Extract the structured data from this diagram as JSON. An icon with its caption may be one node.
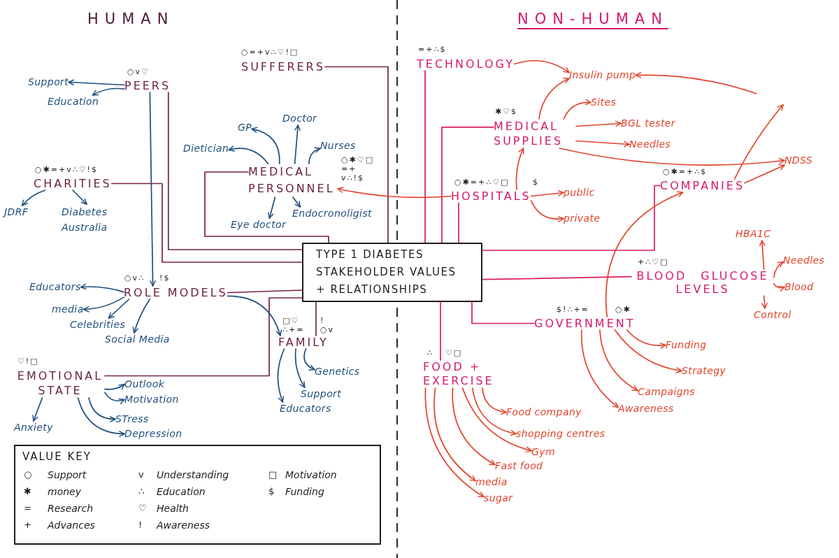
{
  "diagram": {
    "nodes": [
      {
        "text": [
          "SUFFERERS"
        ],
        "beside": [
          "○=+v∴♡!□"
        ]
      },
      {
        "text": [
          "TECHNOLOGY"
        ],
        "beside": [
          "=+∴$"
        ]
      },
      {
        "text": [
          "PEERS"
        ],
        "beside": [
          "○v♡"
        ]
      },
      {
        "text": [
          "Support"
        ]
      },
      {
        "text": [
          "Education"
        ]
      },
      {
        "text": [
          "Insulin pump"
        ]
      },
      {
        "text": [
          "GP"
        ]
      },
      {
        "text": [
          "Doctor"
        ]
      },
      {
        "text": [
          "MEDICAL SUPPLIES"
        ],
        "beside": [
          "✱♡$"
        ]
      },
      {
        "text": [
          "Sites"
        ]
      },
      {
        "text": [
          "BGL tester"
        ]
      },
      {
        "text": [
          "Dietician"
        ]
      },
      {
        "text": [
          "Nurses"
        ]
      },
      {
        "text": [
          "Needles"
        ]
      },
      {
        "text": [
          "NDSS"
        ]
      },
      {
        "text": [
          "MEDICAL PERSONNEL"
        ],
        "beside": [
          "○✱♡□ =+ v∴!$"
        ]
      },
      {
        "text": [
          "CHARITIES"
        ],
        "beside": [
          "○✱=+v∴♡!$"
        ]
      },
      {
        "text": [
          "HOSPITALS"
        ],
        "beside": [
          "○✱=+∴♡□",
          "$"
        ]
      },
      {
        "text": [
          "COMPANIES"
        ],
        "beside": [
          "○✱=+∴$"
        ]
      },
      {
        "text": [
          "public"
        ]
      },
      {
        "text": [
          "JDRF"
        ]
      },
      {
        "text": [
          "Diabetes Australia"
        ]
      },
      {
        "text": [
          "Endocronoligist"
        ]
      },
      {
        "text": [
          "Eye doctor"
        ]
      },
      {
        "text": [
          "private"
        ]
      },
      {
        "text": [
          "HBA1C"
        ]
      },
      {
        "text": [
          "TYPE 1 DIABETES STAKEHOLDER VALUES + RELATIONSHIPS"
        ]
      },
      {
        "text": [
          "BLOOD GLUCOSE LEVELS"
        ],
        "beside": [
          "+∴♡□"
        ]
      },
      {
        "text": [
          "Needles"
        ]
      },
      {
        "text": [
          "Educators"
        ]
      },
      {
        "text": [
          "ROLE MODELS"
        ],
        "beside": [
          "○v∴",
          "!$"
        ]
      },
      {
        "text": [
          "Blood"
        ]
      },
      {
        "text": [
          "media"
        ]
      },
      {
        "text": [
          "Control"
        ]
      },
      {
        "text": [
          "Celebrities"
        ]
      },
      {
        "text": [
          "GOVERNMENT"
        ],
        "beside": [
          "$!∴+=",
          "○✱"
        ]
      },
      {
        "text": [
          "FAMILY"
        ],
        "beside": [
          "□♡ ∴+=",
          "! ○v"
        ]
      },
      {
        "text": [
          "Social Media"
        ]
      },
      {
        "text": [
          "Funding"
        ]
      },
      {
        "text": [
          "FOOD + EXERCISE"
        ],
        "beside": [
          "∴",
          "♡□"
        ]
      },
      {
        "text": [
          "Genetics"
        ]
      },
      {
        "text": [
          "EMOTIONAL STATE"
        ],
        "beside": [
          "♡!□"
        ]
      },
      {
        "text": [
          "Strategy"
        ]
      },
      {
        "text": [
          "Outlook"
        ]
      },
      {
        "text": [
          "Campaigns"
        ]
      },
      {
        "text": [
          "Support"
        ]
      },
      {
        "text": [
          "Motivation"
        ]
      },
      {
        "text": [
          "Educators"
        ]
      },
      {
        "text": [
          "Awareness"
        ]
      },
      {
        "text": [
          "Food company"
        ]
      },
      {
        "text": [
          "STress"
        ]
      },
      {
        "text": [
          "Anxiety"
        ]
      },
      {
        "text": [
          "Depression"
        ]
      },
      {
        "text": [
          "shopping centres"
        ]
      },
      {
        "text": [
          "Gym"
        ]
      },
      {
        "text": [
          "Fast food"
        ]
      },
      {
        "text": [
          "media"
        ]
      },
      {
        "text": [
          "sugar"
        ]
      }
    ],
    "edges": [
      {
        "from": 0,
        "to": 26,
        "arrow": "none",
        "color": "#7a2146"
      },
      {
        "from": 2,
        "to": 26,
        "arrow": "none",
        "color": "#7a2146"
      },
      {
        "from": 15,
        "to": 26,
        "arrow": "none",
        "color": "#7a2146"
      },
      {
        "from": 16,
        "to": 26,
        "arrow": "none",
        "color": "#7a2146"
      },
      {
        "from": 30,
        "to": 26,
        "arrow": "none",
        "color": "#7a2146"
      },
      {
        "from": 36,
        "to": 26,
        "arrow": "none",
        "color": "#7a2146"
      },
      {
        "from": 41,
        "to": 26,
        "arrow": "none",
        "color": "#7a2146"
      },
      {
        "from": 1,
        "to": 26,
        "arrow": "none",
        "color": "#d81b60"
      },
      {
        "from": 8,
        "to": 26,
        "arrow": "none",
        "color": "#d81b60"
      },
      {
        "from": 17,
        "to": 26,
        "arrow": "none",
        "color": "#d81b60"
      },
      {
        "from": 18,
        "to": 26,
        "arrow": "none",
        "color": "#d81b60"
      },
      {
        "from": 27,
        "to": 26,
        "arrow": "none",
        "color": "#d81b60"
      },
      {
        "from": 35,
        "to": 26,
        "arrow": "none",
        "color": "#d81b60"
      },
      {
        "from": 39,
        "to": 26,
        "arrow": "none",
        "color": "#d81b60"
      },
      {
        "from": 2,
        "to": 3,
        "arrow": "to",
        "color": "#1f4e7d"
      },
      {
        "from": 2,
        "to": 4,
        "arrow": "to",
        "color": "#1f4e7d"
      },
      {
        "from": 2,
        "to": 30,
        "arrow": "to",
        "color": "#1f4e7d"
      },
      {
        "from": 16,
        "to": 20,
        "arrow": "to",
        "color": "#1f4e7d"
      },
      {
        "from": 16,
        "to": 21,
        "arrow": "to",
        "color": "#1f4e7d"
      },
      {
        "from": 15,
        "to": 6,
        "arrow": "to",
        "color": "#1f4e7d"
      },
      {
        "from": 15,
        "to": 7,
        "arrow": "to",
        "color": "#1f4e7d"
      },
      {
        "from": 15,
        "to": 11,
        "arrow": "to",
        "color": "#1f4e7d"
      },
      {
        "from": 15,
        "to": 12,
        "arrow": "to",
        "color": "#1f4e7d"
      },
      {
        "from": 15,
        "to": 23,
        "arrow": "to",
        "color": "#1f4e7d"
      },
      {
        "from": 15,
        "to": 22,
        "arrow": "to",
        "color": "#1f4e7d"
      },
      {
        "from": 30,
        "to": 29,
        "arrow": "to",
        "color": "#1f4e7d"
      },
      {
        "from": 30,
        "to": 32,
        "arrow": "to",
        "color": "#1f4e7d"
      },
      {
        "from": 30,
        "to": 34,
        "arrow": "to",
        "color": "#1f4e7d"
      },
      {
        "from": 30,
        "to": 37,
        "arrow": "to",
        "color": "#1f4e7d"
      },
      {
        "from": 30,
        "to": 36,
        "arrow": "to",
        "color": "#1f4e7d"
      },
      {
        "from": 36,
        "to": 40,
        "arrow": "to",
        "color": "#1f4e7d"
      },
      {
        "from": 36,
        "to": 45,
        "arrow": "to",
        "color": "#1f4e7d"
      },
      {
        "from": 36,
        "to": 47,
        "arrow": "to",
        "color": "#1f4e7d"
      },
      {
        "from": 41,
        "to": 43,
        "arrow": "to",
        "color": "#1f4e7d"
      },
      {
        "from": 41,
        "to": 46,
        "arrow": "to",
        "color": "#1f4e7d"
      },
      {
        "from": 41,
        "to": 50,
        "arrow": "to",
        "color": "#1f4e7d"
      },
      {
        "from": 41,
        "to": 52,
        "arrow": "to",
        "color": "#1f4e7d"
      },
      {
        "from": 41,
        "to": 51,
        "arrow": "to",
        "color": "#1f4e7d"
      },
      {
        "from": 1,
        "to": 5,
        "arrow": "to"
      },
      {
        "from": 8,
        "to": 5,
        "arrow": "to"
      },
      {
        "from": 8,
        "to": 9,
        "arrow": "to"
      },
      {
        "from": 8,
        "to": 10,
        "arrow": "to"
      },
      {
        "from": 8,
        "to": 13,
        "arrow": "to"
      },
      {
        "from": 8,
        "to": 14,
        "arrow": "to"
      },
      {
        "from": 17,
        "to": 8,
        "arrow": "to"
      },
      {
        "from": 17,
        "to": 19,
        "arrow": "to"
      },
      {
        "from": 17,
        "to": 24,
        "arrow": "to"
      },
      {
        "from": 17,
        "to": 15,
        "arrow": "to"
      },
      {
        "from": 18,
        "to": 14,
        "arrow": "to"
      },
      {
        "from": 18,
        "to": null,
        "arrow": "to"
      },
      {
        "from": null,
        "to": 5,
        "arrow": "to"
      },
      {
        "from": 35,
        "to": 18,
        "arrow": "to"
      },
      {
        "from": 27,
        "to": 25,
        "arrow": "to"
      },
      {
        "from": 27,
        "to": 28,
        "arrow": "to"
      },
      {
        "from": 27,
        "to": 31,
        "arrow": "to"
      },
      {
        "from": 27,
        "to": 33,
        "arrow": "to"
      },
      {
        "from": 35,
        "to": 38,
        "arrow": "to"
      },
      {
        "from": 35,
        "to": 42,
        "arrow": "to"
      },
      {
        "from": 35,
        "to": 44,
        "arrow": "to"
      },
      {
        "from": 35,
        "to": 48,
        "arrow": "to"
      },
      {
        "from": 39,
        "to": 49,
        "arrow": "to"
      },
      {
        "from": 39,
        "to": 53,
        "arrow": "to"
      },
      {
        "from": 39,
        "to": 54,
        "arrow": "to"
      },
      {
        "from": 39,
        "to": 55,
        "arrow": "to"
      },
      {
        "from": 39,
        "to": 56,
        "arrow": "to"
      },
      {
        "from": 39,
        "to": 57,
        "arrow": "to"
      }
    ],
    "labels": [
      "HUMAN",
      "NON-HUMAN",
      "VALUE KEY",
      "○",
      "Support",
      "v",
      "Understanding",
      "□",
      "Motivation",
      "✱",
      "money",
      "∴",
      "Education",
      "$",
      "Funding",
      "=",
      "Research",
      "♡",
      "Health",
      "+",
      "Advances",
      "!",
      "Awareness"
    ]
  }
}
